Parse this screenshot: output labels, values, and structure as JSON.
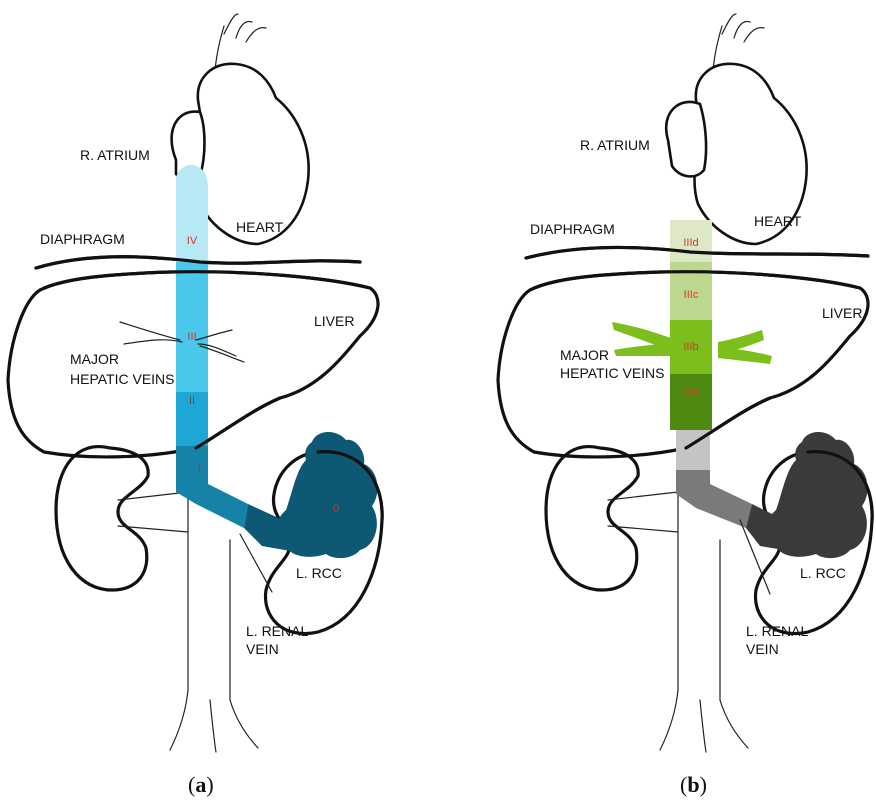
{
  "panels": [
    {
      "caption_letter": "a",
      "labels": {
        "atrium": "R. ATRIUM",
        "heart": "HEART",
        "diaphragm": "DIAPHRAGM",
        "liver": "LIVER",
        "hepatic_1": "MAJOR",
        "hepatic_2": "HEPATIC VEINS",
        "rcc": "L. RCC",
        "renal_1": "L. RENAL",
        "renal_2": "VEIN"
      },
      "segments": [
        {
          "label": "IV",
          "color": "#b6e9f5",
          "label_color": "#e3322b"
        },
        {
          "label": "III",
          "color": "#49c8ec",
          "label_color": "#e3322b"
        },
        {
          "label": "II",
          "color": "#1ea7d5",
          "label_color": "#6b4a3a"
        },
        {
          "label": "I",
          "color": "#1582a8",
          "label_color": "#6b4a3a"
        },
        {
          "label": "0",
          "color": "#0d5873",
          "label_color": "#c0392b"
        }
      ]
    },
    {
      "caption_letter": "b",
      "labels": {
        "atrium": "R. ATRIUM",
        "heart": "HEART",
        "diaphragm": "DIAPHRAGM",
        "liver": "LIVER",
        "hepatic_1": "MAJOR",
        "hepatic_2": "HEPATIC VEINS",
        "rcc": "L. RCC",
        "renal_1": "L. RENAL",
        "renal_2": "VEIN"
      },
      "segments": [
        {
          "label": "IIId",
          "color": "#dde8c6",
          "label_color": "#e3322b"
        },
        {
          "label": "IIIc",
          "color": "#bcd88f",
          "label_color": "#e3322b"
        },
        {
          "label": "IIIb",
          "color": "#7cbf1c",
          "label_color": "#e3322b"
        },
        {
          "label": "IIIa",
          "color": "#4e8a12",
          "label_color": "#e3322b"
        }
      ],
      "gray_colors": [
        "#c4c4c4",
        "#7a7a7a",
        "#3a3a3a"
      ]
    }
  ]
}
